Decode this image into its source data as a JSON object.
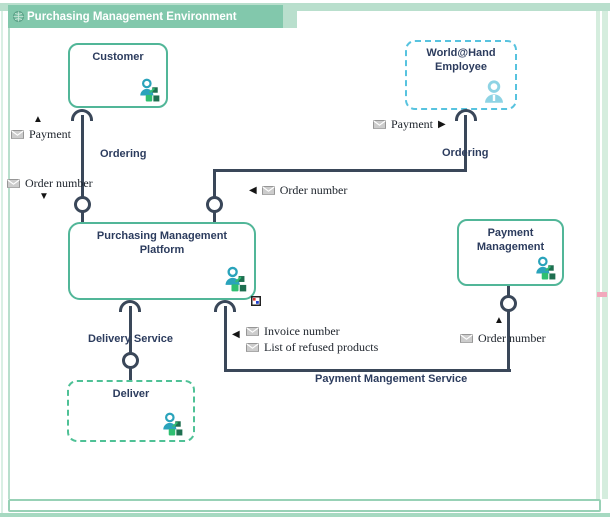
{
  "title_bar": {
    "title": "Purchasing Management Environment"
  },
  "colors": {
    "title_bg": "#82c8ac",
    "chrome_green": "#b9dfcd",
    "node_border_teal": "#51b698",
    "node_border_dashed_blue": "#58c3df",
    "node_border_dashed_green": "#4fc196",
    "edge_line": "#3a4759",
    "label_navy": "#2c3c5e"
  },
  "nodes": {
    "customer": {
      "label": "Customer"
    },
    "employee": {
      "label": "World@Hand Employee"
    },
    "platform": {
      "label": "Purchasing Management Platform"
    },
    "payment": {
      "label": "Payment Management"
    },
    "deliver": {
      "label": "Deliver"
    }
  },
  "edges": {
    "ordering_customer": {
      "label": "Ordering"
    },
    "ordering_employee": {
      "label": "Ordering"
    },
    "delivery_service": {
      "label": "Delivery Service"
    },
    "payment_service": {
      "label": "Payment Mangement Service"
    }
  },
  "exchange_items": {
    "payment_customer": "Payment",
    "order_number_customer": "Order number",
    "payment_employee": "Payment",
    "order_number_employee": "Order number",
    "invoice_number": "Invoice number",
    "refused_products": "List of refused products",
    "order_number_payment": "Order number"
  },
  "glyphs": {
    "up": "▲",
    "down": "▼",
    "left": "◀",
    "right": "▶"
  }
}
